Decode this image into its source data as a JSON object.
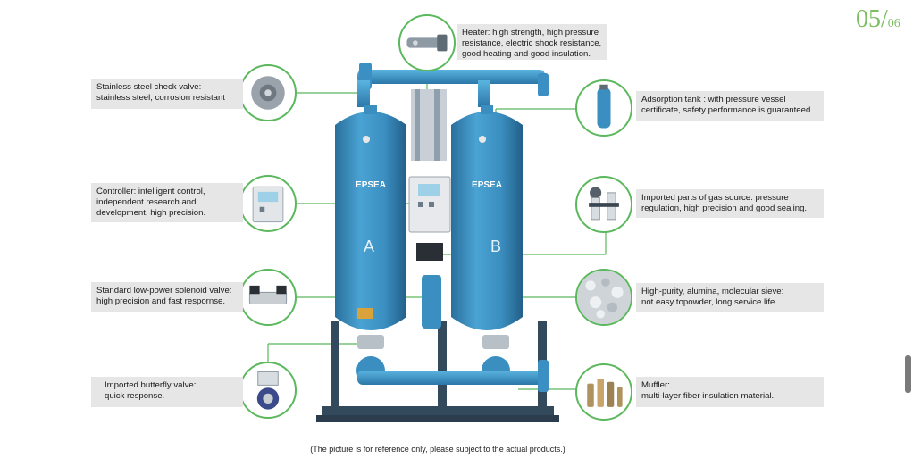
{
  "page": {
    "number": "05/",
    "total": "06"
  },
  "footer": "(The picture is for reference only, please subject to the actual products.)",
  "machine": {
    "brand": "EPSEA",
    "tank_a": "A",
    "tank_b": "B"
  },
  "callouts": {
    "heater": "Heater: high strength, high pressure\nresistance, electric shock resistance,\ngood heating and good insulation.",
    "check_valve": "Stainless steel check valve:\nstainless steel, corrosion resistant",
    "adsorption_tank": "Adsorption tank : with pressure vessel\ncertificate, safety performance is guaranteed.",
    "controller": "Controller: intelligent control,\nindependent research and\ndevelopment, high precision.",
    "gas_source": "Imported parts of gas source: pressure\nregulation, high precision and good sealing.",
    "solenoid_valve": "Standard low-power solenoid valve:\nhigh precision and fast respornse.",
    "molecular_sieve": "High-purity, alumina, molecular sieve:\nnot easy topowder, long service life.",
    "butterfly_valve": "Imported butterfly valve:\nquick response.",
    "muffler": "Muffler:\nmulti-layer fiber insulation material."
  },
  "colors": {
    "accent": "#5bb85d",
    "tank": "#3a8ec0",
    "frame": "#33495c"
  }
}
